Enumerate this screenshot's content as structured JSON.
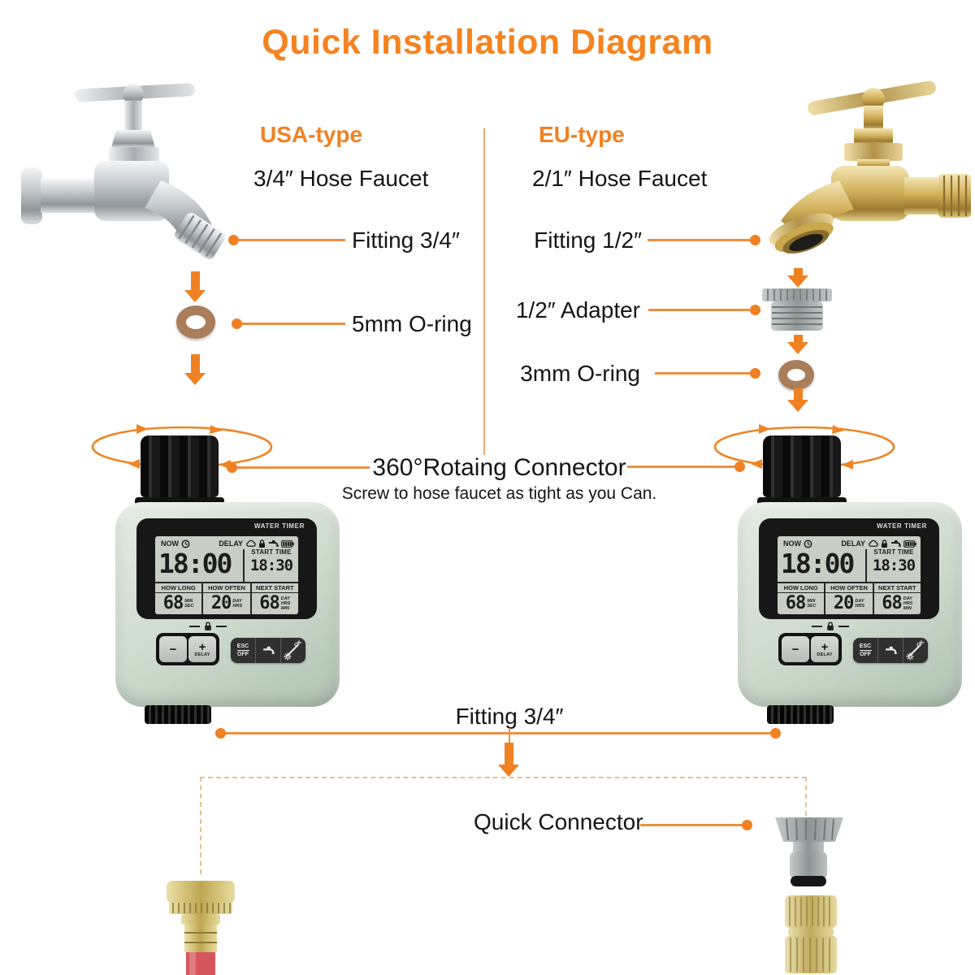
{
  "title": "Quick Installation Diagram",
  "colors": {
    "accent_orange": "#F08122",
    "leader_orange": "#EC8F3F",
    "dash_tan": "#E5C193",
    "timer_body_sage": "#CCDACC",
    "lcd_gray": "#C9CEC5",
    "oring_copper": "#AA7E5B"
  },
  "usa_column": {
    "type_label": "USA-type",
    "faucet_label": "3/4″ Hose Faucet",
    "fitting_label": "Fitting 3/4″",
    "oring_label": "5mm O-ring"
  },
  "eu_column": {
    "type_label": "EU-type",
    "faucet_label": "2/1″ Hose Faucet",
    "fitting_label": "Fitting 1/2″",
    "adapter_label": "1/2″ Adapter",
    "oring_label": "3mm O-ring"
  },
  "rotating_connector": {
    "label": "360°Rotaing Connector",
    "note": "Screw to hose faucet as tight as you Can."
  },
  "outlet": {
    "fitting_label": "Fitting 3/4″",
    "quick_connector_label": "Quick Connector"
  },
  "timer": {
    "brand": "WATER TIMER",
    "lcd": {
      "now_label": "NOW",
      "delay_label": "DELAY",
      "time": "18:00",
      "start_time_label": "START TIME",
      "start_time": "18:30",
      "cells": [
        {
          "label": "HOW LONG",
          "value": "68",
          "units": [
            "MIN",
            "SEC"
          ]
        },
        {
          "label": "HOW OFTEN",
          "value": "20",
          "units": [
            "DAY",
            "HRS"
          ]
        },
        {
          "label": "NEXT START",
          "value": "68",
          "units": [
            "DAY",
            "HRS",
            "MIN"
          ]
        }
      ]
    },
    "buttons": {
      "minus": "−",
      "plus": "+",
      "delay": "DELAY",
      "esc": "ESC",
      "off": "OFF",
      "ok": "OK"
    }
  },
  "icons": {
    "clock": "clock-icon",
    "rain_delay": "rain-delay-icon",
    "lock": "lock-icon",
    "tap": "tap-icon",
    "battery": "battery-icon",
    "rotation": "rotation-arrows-icon"
  }
}
